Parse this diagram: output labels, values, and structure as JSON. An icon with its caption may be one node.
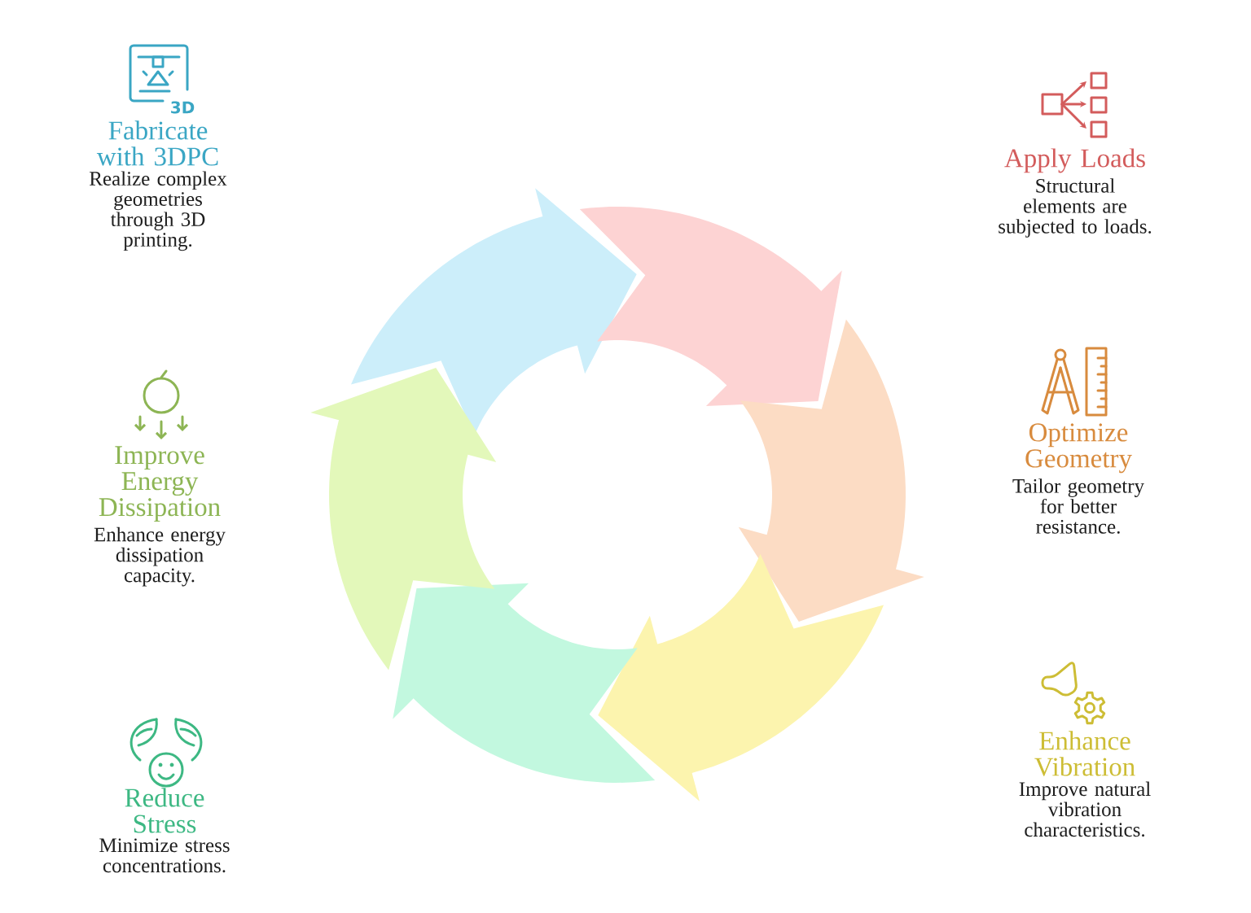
{
  "diagram": {
    "nodes": [
      {
        "text": [
          "Fabricate with 3DPC",
          "Realize complex geometries through 3D printing."
        ]
      },
      {
        "text": [
          "Apply Loads",
          "Structural elements are subjected to loads."
        ]
      },
      {
        "text": [
          "Improve Energy Dissipation",
          "Enhance energy dissipation capacity."
        ]
      },
      {
        "text": [
          "Optimize Geometry",
          "Tailor geometry for better resistance."
        ]
      },
      {
        "text": [
          "Reduce Stress",
          "Minimize stress concentrations."
        ]
      },
      {
        "text": [
          "Enhance Vibration",
          "Improve natural vibration characteristics."
        ]
      }
    ],
    "labels": [
      "3D"
    ]
  }
}
